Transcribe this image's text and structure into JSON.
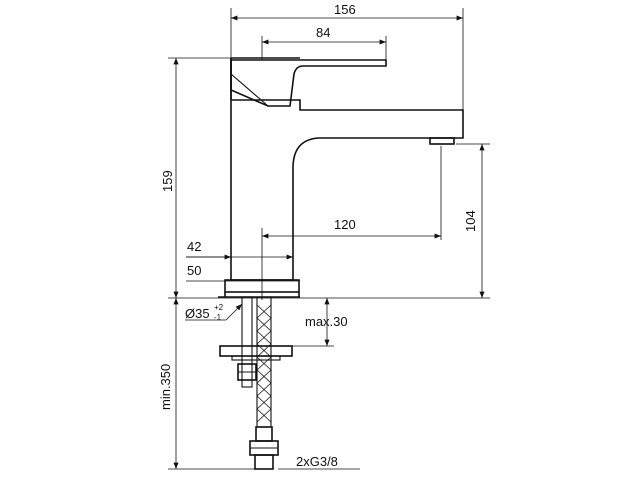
{
  "dimensions": {
    "overall_width": "156",
    "lever_length": "84",
    "overall_height": "159",
    "spout_reach": "120",
    "spout_height": "104",
    "base_42": "42",
    "base_50": "50",
    "hole_diameter": "Ø35",
    "hole_tol_plus": "+2",
    "hole_tol_minus": "-1",
    "max_thickness": "max.30",
    "hose_length": "min.350",
    "connection": "2xG3/8"
  }
}
